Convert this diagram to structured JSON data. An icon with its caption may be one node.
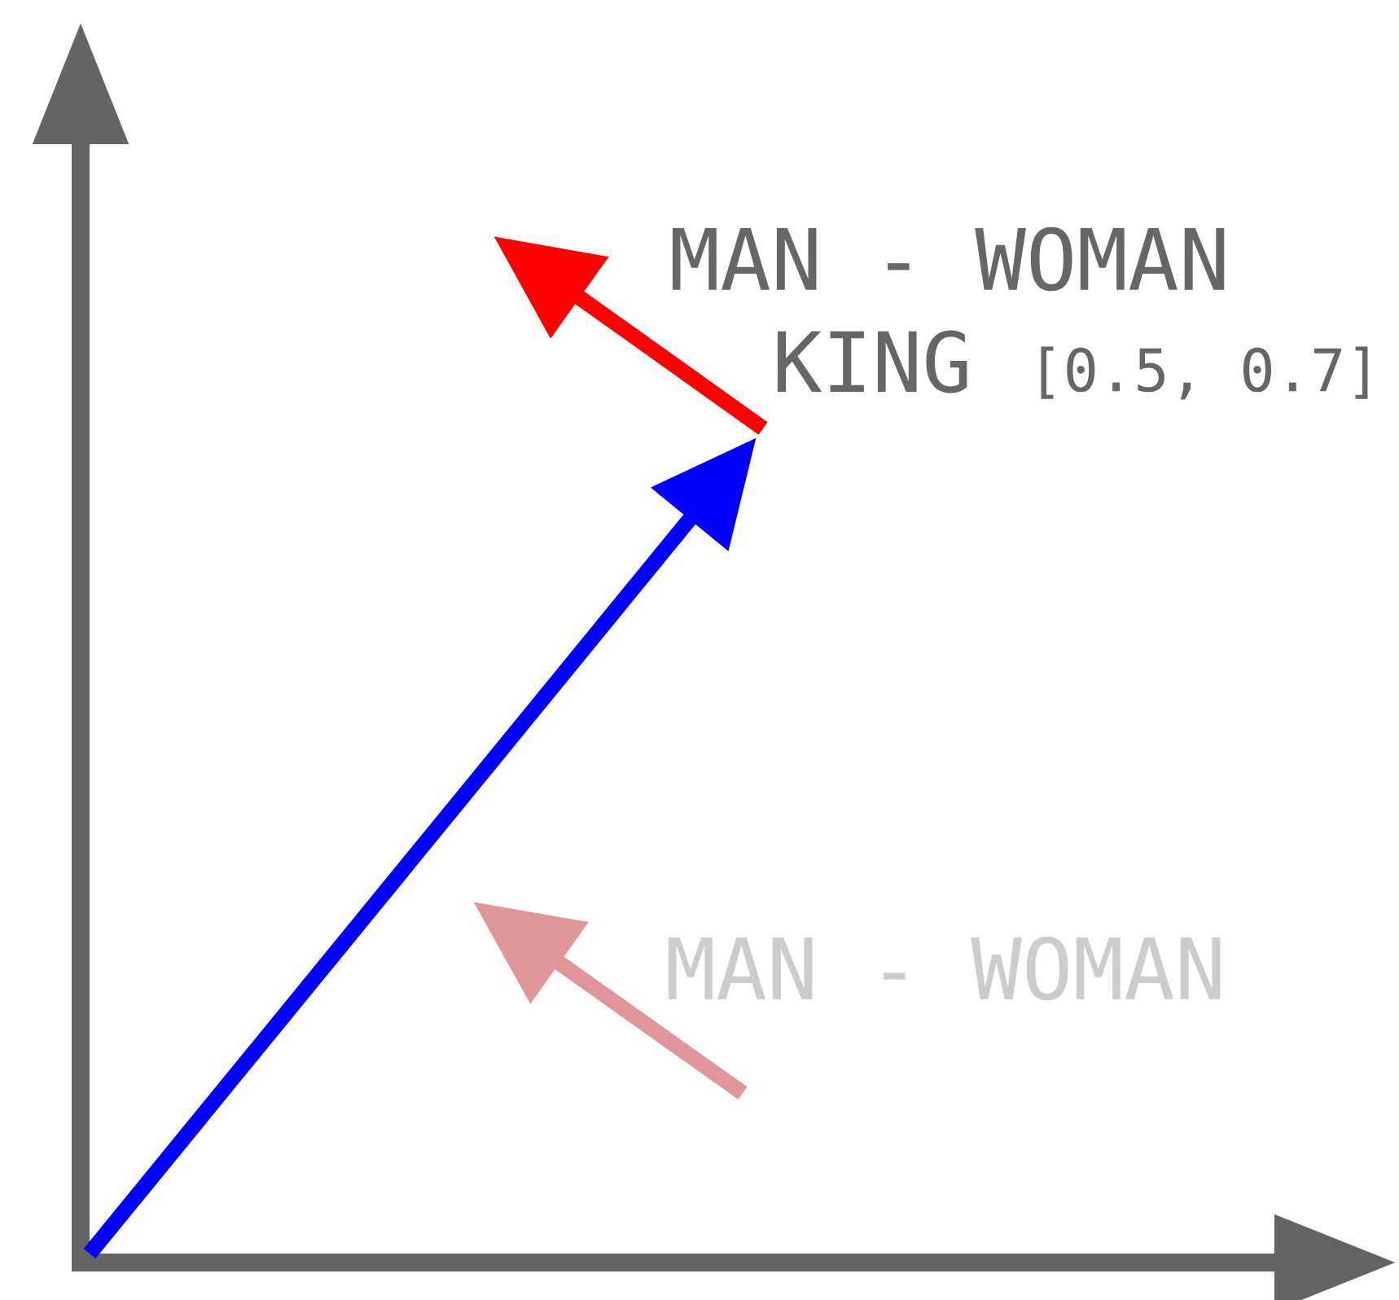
{
  "diagram": {
    "labels": [
      "MAN - WOMAN",
      "KING",
      "[0.5, 0.7]",
      "MAN - WOMAN"
    ]
  }
}
